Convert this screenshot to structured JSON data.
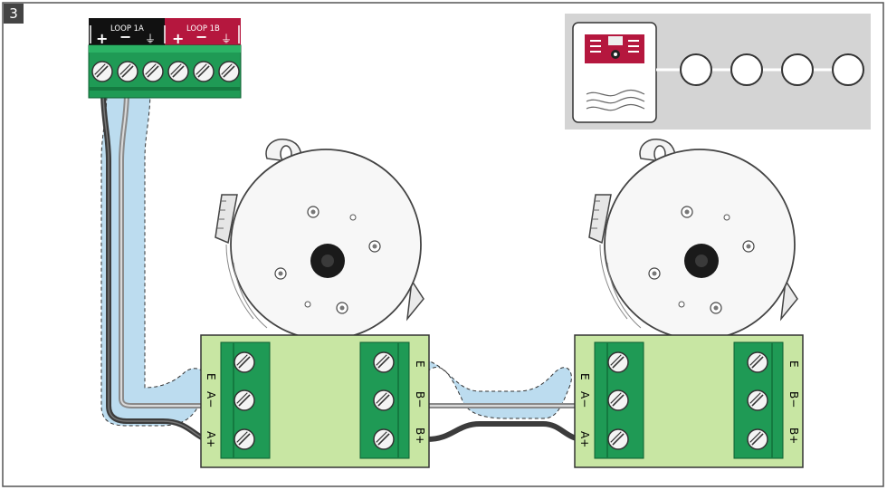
{
  "figure": {
    "number": "3"
  },
  "terminal_block": {
    "loop_a_label": "LOOP 1A",
    "loop_b_label": "LOOP 1B",
    "loop_a_symbols": [
      "+",
      "−",
      "⏚"
    ],
    "loop_b_symbols": [
      "+",
      "−",
      "⏚"
    ],
    "screw_count": 6
  },
  "detector_1": {
    "left_terminals": [
      "E",
      "A−",
      "A+"
    ],
    "right_terminals": [
      "E",
      "B−",
      "B+"
    ]
  },
  "detector_2": {
    "left_terminals": [
      "E",
      "A−",
      "A+"
    ],
    "right_terminals": [
      "E",
      "B−",
      "B+"
    ]
  },
  "topology_inset": {
    "detector_nodes": 4
  },
  "colors": {
    "terminal_green": "#1f9a55",
    "base_green": "#c8e6a3",
    "loop_b_red": "#b5173e",
    "shield_blue": "#bcdcef",
    "cable_dark": "#3c3c3c",
    "cable_grey": "#8a8a8a",
    "inset_bg": "#d4d4d4"
  }
}
